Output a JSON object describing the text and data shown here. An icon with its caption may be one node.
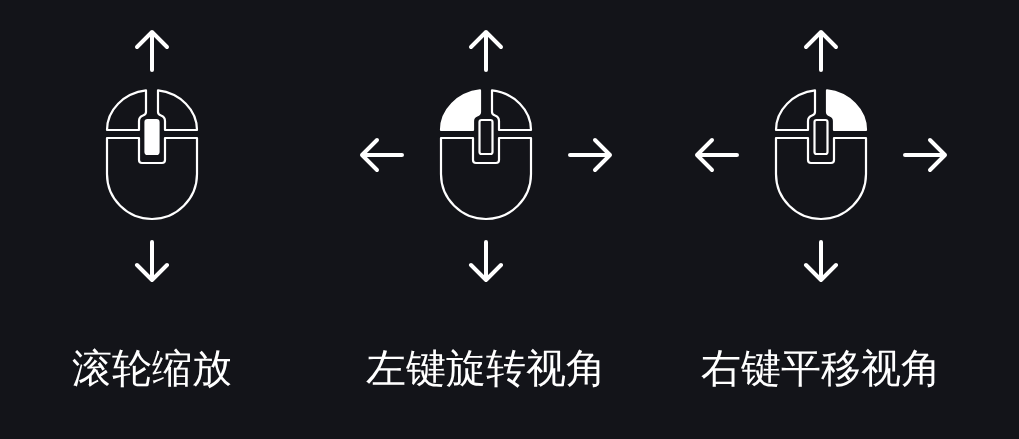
{
  "diagram": {
    "labels": [
      "滚轮缩放",
      "左键旋转视角",
      "右键平移视角"
    ]
  }
}
